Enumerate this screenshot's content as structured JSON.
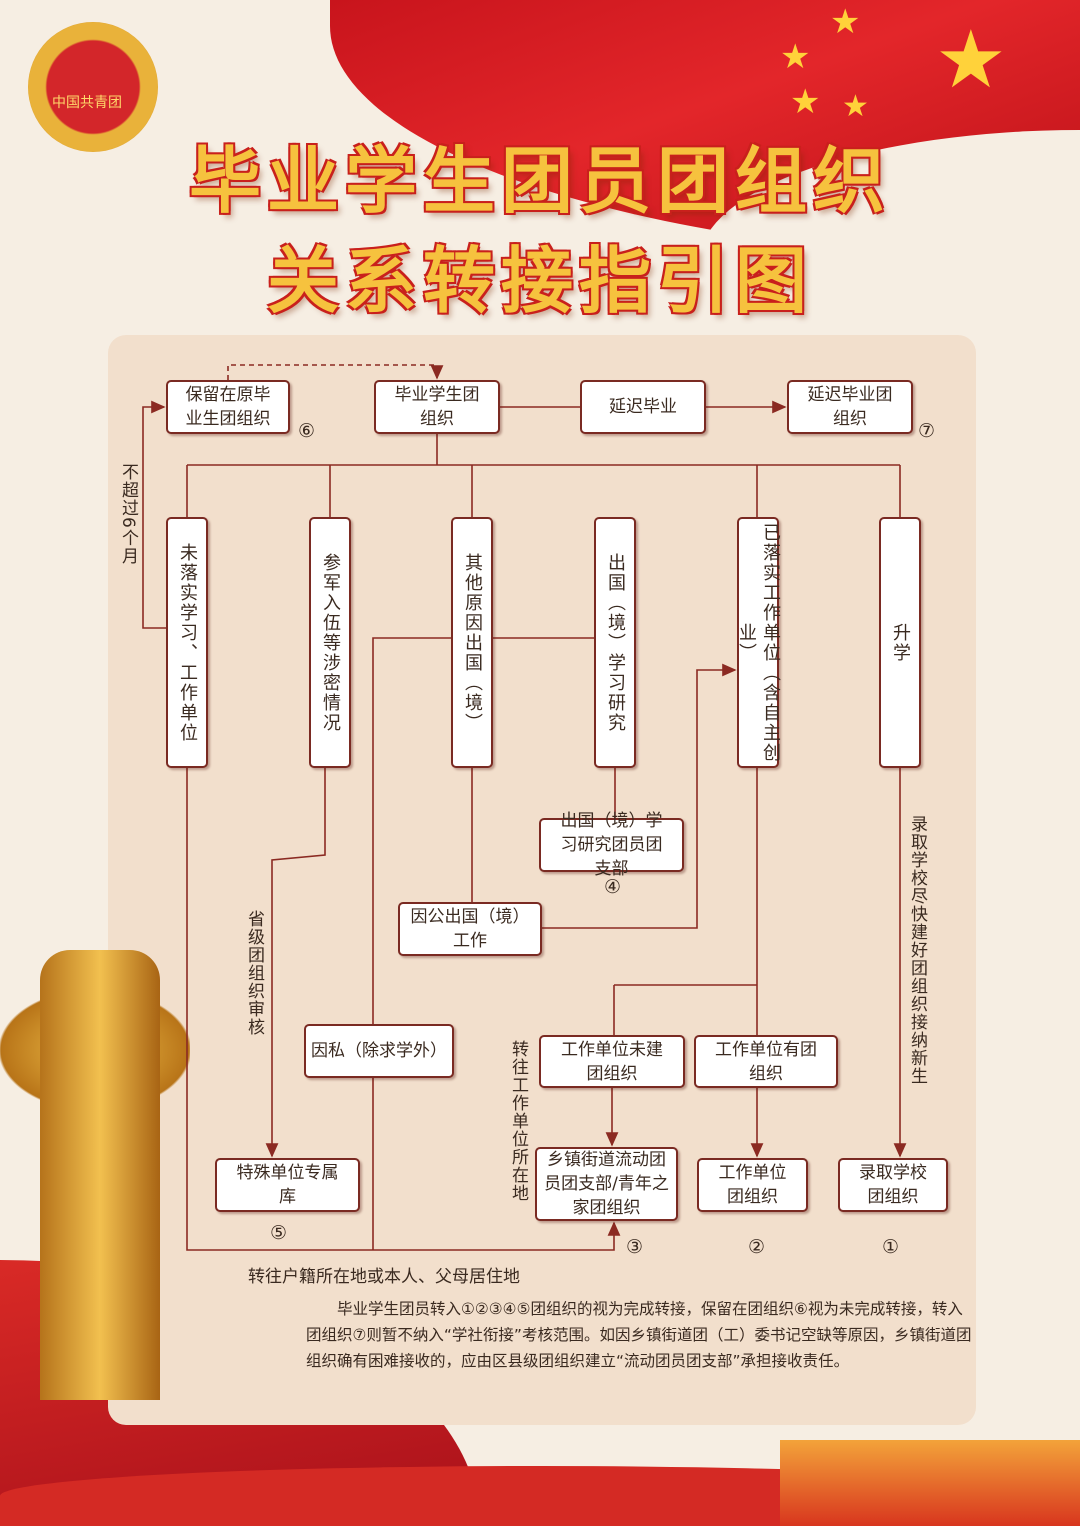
{
  "title": {
    "line1": "毕业学生团员团组织",
    "line2": "关系转接指引图"
  },
  "logo": {
    "text": "中国共青团"
  },
  "colors": {
    "flag_red": "#d3262a",
    "title_gold": "#f6c23e",
    "line": "#8b2a22",
    "panel": "#f2dfcc"
  },
  "nodes": {
    "retain": "保留在原毕业生团组织",
    "graduate": "毕业学生团组织",
    "delay": "延迟毕业",
    "delay_org": "延迟毕业团组织",
    "unplaced": "未落实学习、工作单位",
    "military": "参军入伍等涉密情况",
    "other_abroad": "其他原因出国（境）",
    "study_abroad": "出国（境）学习研究",
    "employed": "已落实工作单位（含自主创业）",
    "further_study": "升学",
    "study_abroad_branch": "出国（境）学习研究团员团支部",
    "public_abroad": "因公出国（境）工作",
    "private": "因私（除求学外）",
    "unit_no_org": "工作单位未建团组织",
    "unit_has_org": "工作单位有团组织",
    "special_db": "特殊单位专属库",
    "township": "乡镇街道流动团员团支部/青年之家团组织",
    "unit_org": "工作单位团组织",
    "school_org": "录取学校团组织"
  },
  "numbers": {
    "n1": "①",
    "n2": "②",
    "n3": "③",
    "n4": "④",
    "n5": "⑤",
    "n6": "⑥",
    "n7": "⑦"
  },
  "labels": {
    "six_months": "不超过6个月",
    "provincial": "省级团组织审核",
    "to_work": "转往工作单位所在地",
    "school_build": "录取学校尽快建好团组织接纳新生",
    "to_home": "转往户籍所在地或本人、父母居住地"
  },
  "note": "毕业学生团员转入①②③④⑤团组织的视为完成转接，保留在团组织⑥视为未完成转接，转入团组织⑦则暂不纳入“学社衔接”考核范围。如因乡镇街道团（工）委书记空缺等原因，乡镇街道团组织确有困难接收的，应由区县级团组织建立“流动团员团支部”承担接收责任。"
}
